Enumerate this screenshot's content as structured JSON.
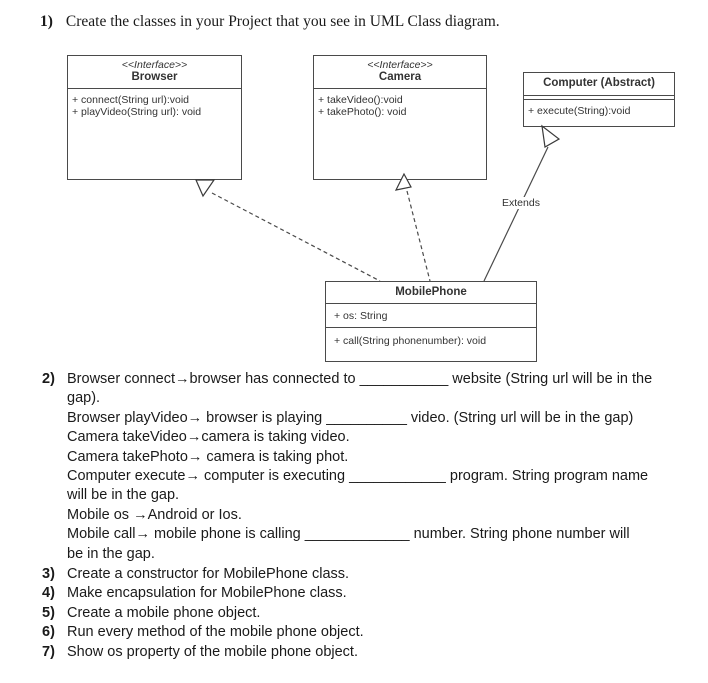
{
  "colors": {
    "background": "#ffffff",
    "box_border": "#4a4a4a",
    "diagram_text": "#333333",
    "body_text": "#1a1a1a"
  },
  "item1": {
    "number": "1)",
    "text": "Create the classes in your Project that you see in UML Class diagram."
  },
  "diagram": {
    "browser": {
      "stereotype": "<<Interface>>",
      "name": "Browser",
      "members": [
        "+ connect(String url):void",
        "+ playVideo(String url): void"
      ]
    },
    "camera": {
      "stereotype": "<<Interface>>",
      "name": "Camera",
      "members": [
        "+ takeVideo():void",
        "+ takePhoto(): void"
      ]
    },
    "computer": {
      "name": "Computer (Abstract)",
      "methods": [
        "+ execute(String):void"
      ]
    },
    "mobilephone": {
      "name": "MobilePhone",
      "attributes": [
        "+ os: String"
      ],
      "methods": [
        "+ call(String phonenumber): void"
      ]
    },
    "extends_label": "Extends"
  },
  "item2": {
    "number": "2)",
    "lines": [
      "Browser connect→browser has connected to ___________ website (String url will be in the",
      "gap).",
      "Browser playVideo→ browser is playing __________ video. (String url will be in the gap)",
      "Camera takeVideo→camera is taking video.",
      "Camera takePhoto→ camera is taking phot.",
      "Computer execute→ computer is executing ____________ program. String program name",
      "will be in the gap.",
      "Mobile os →Android or Ios.",
      "Mobile call→ mobile phone is calling _____________ number. String phone number will",
      "be in the gap."
    ]
  },
  "items": [
    {
      "number": "3)",
      "text": "Create a constructor for MobilePhone class."
    },
    {
      "number": "4)",
      "text": "Make encapsulation for MobilePhone class."
    },
    {
      "number": "5)",
      "text": "Create a mobile phone object."
    },
    {
      "number": "6)",
      "text": "Run every method of the mobile phone object."
    },
    {
      "number": "7)",
      "text": "Show os property of the mobile phone object."
    }
  ]
}
